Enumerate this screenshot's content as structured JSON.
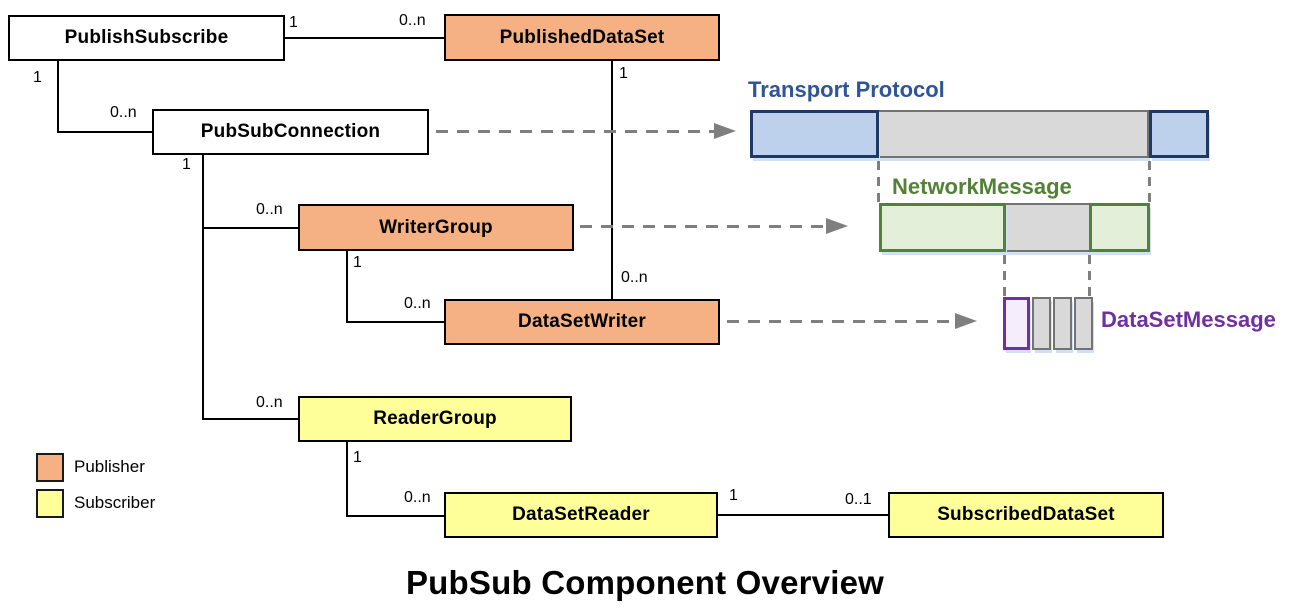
{
  "title": "PubSub Component Overview",
  "boxes": {
    "publishSubscribe": "PublishSubscribe",
    "publishedDataSet": "PublishedDataSet",
    "pubSubConnection": "PubSubConnection",
    "writerGroup": "WriterGroup",
    "dataSetWriter": "DataSetWriter",
    "readerGroup": "ReaderGroup",
    "dataSetReader": "DataSetReader",
    "subscribedDataSet": "SubscribedDataSet"
  },
  "messages": {
    "transportProtocol": "Transport Protocol",
    "networkMessage": "NetworkMessage",
    "dataSetMessage": "DataSetMessage"
  },
  "legend": [
    {
      "label": "Publisher",
      "color": "#F5B183"
    },
    {
      "label": "Subscriber",
      "color": "#FFFF99"
    }
  ],
  "multiplicity": {
    "ps_pds_one": "1",
    "ps_pds_n": "0..n",
    "ps_conn_one": "1",
    "ps_conn_n": "0..n",
    "conn_trunk_one": "1",
    "conn_wg_n": "0..n",
    "wg_one": "1",
    "wg_dsw_n": "0..n",
    "pds_one": "1",
    "pds_dsw_n": "0..n",
    "conn_rg_n": "0..n",
    "rg_one": "1",
    "rg_dsr_n": "0..n",
    "dsr_one": "1",
    "dsr_sds_01": "0..1"
  },
  "colors": {
    "publisher_fill": "#F5B183",
    "subscriber_fill": "#FFFF99",
    "plain_fill": "#FFFFFF",
    "box_border": "#000000",
    "transport_fill": "#BDD1EC",
    "transport_border": "#1F3864",
    "transport_label": "#2F5597",
    "network_fill": "#E3EFD9",
    "network_border": "#538135",
    "network_label": "#538135",
    "payload_fill": "#D9D9D9",
    "payload_border": "#737373",
    "datasetmessage_fill": "#F5EDFB",
    "datasetmessage_border": "#7030A0",
    "datasetmessage_label": "#7030A0",
    "dashed_arrow": "#7F7F7F"
  }
}
